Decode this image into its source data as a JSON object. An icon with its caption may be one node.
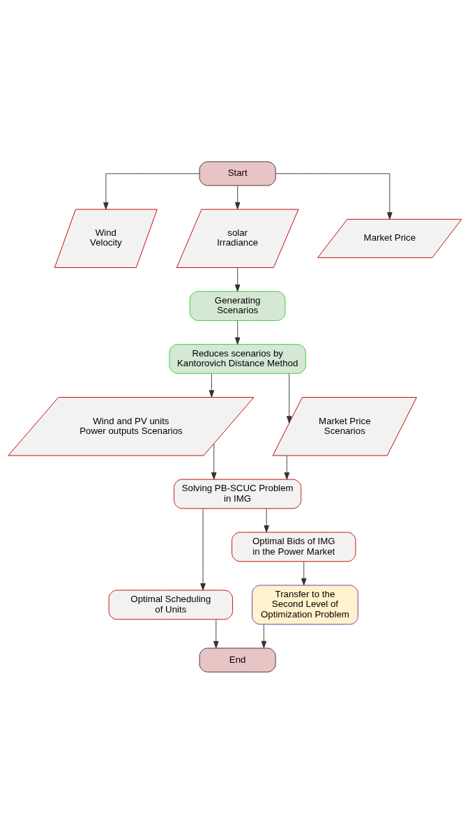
{
  "diagram": {
    "nodes": [
      {
        "text": [
          "Start"
        ]
      },
      {
        "text": [
          "Wind Velocity"
        ]
      },
      {
        "text": [
          "solar Irradiance"
        ]
      },
      {
        "text": [
          "Market Price"
        ]
      },
      {
        "text": [
          "Generating Scenarios"
        ]
      },
      {
        "text": [
          "Reduces scenarios by Kantorovich Distance Method"
        ]
      },
      {
        "text": [
          "Wind and PV units Power outputs Scenarios"
        ]
      },
      {
        "text": [
          "Market Price Scenarios"
        ]
      },
      {
        "text": [
          "Solving PB-SCUC Problem in IMG"
        ]
      },
      {
        "text": [
          "Optimal Scheduling of Units"
        ]
      },
      {
        "text": [
          "Optimal Bids of IMG in the Power Market"
        ]
      },
      {
        "text": [
          "Transfer to the Second Level of Optimization Problem"
        ]
      },
      {
        "text": [
          "End"
        ]
      }
    ],
    "edges": [
      {
        "from": 0,
        "to": 1,
        "arrow": "to"
      },
      {
        "from": 0,
        "to": 2,
        "arrow": "to"
      },
      {
        "from": 0,
        "to": 3,
        "arrow": "to"
      },
      {
        "from": 2,
        "to": 4,
        "arrow": "to"
      },
      {
        "from": 4,
        "to": 5,
        "arrow": "to"
      },
      {
        "from": 5,
        "to": 6,
        "arrow": "to"
      },
      {
        "from": 5,
        "to": 7,
        "arrow": "to"
      },
      {
        "from": 6,
        "to": 8,
        "arrow": "to"
      },
      {
        "from": 7,
        "to": 8,
        "arrow": "to"
      },
      {
        "from": 8,
        "to": 9,
        "arrow": "to"
      },
      {
        "from": 8,
        "to": 10,
        "arrow": "to"
      },
      {
        "from": 10,
        "to": 11,
        "arrow": "to"
      },
      {
        "from": 11,
        "to": 12,
        "arrow": "to"
      },
      {
        "from": 9,
        "to": 12,
        "arrow": "to"
      }
    ]
  }
}
